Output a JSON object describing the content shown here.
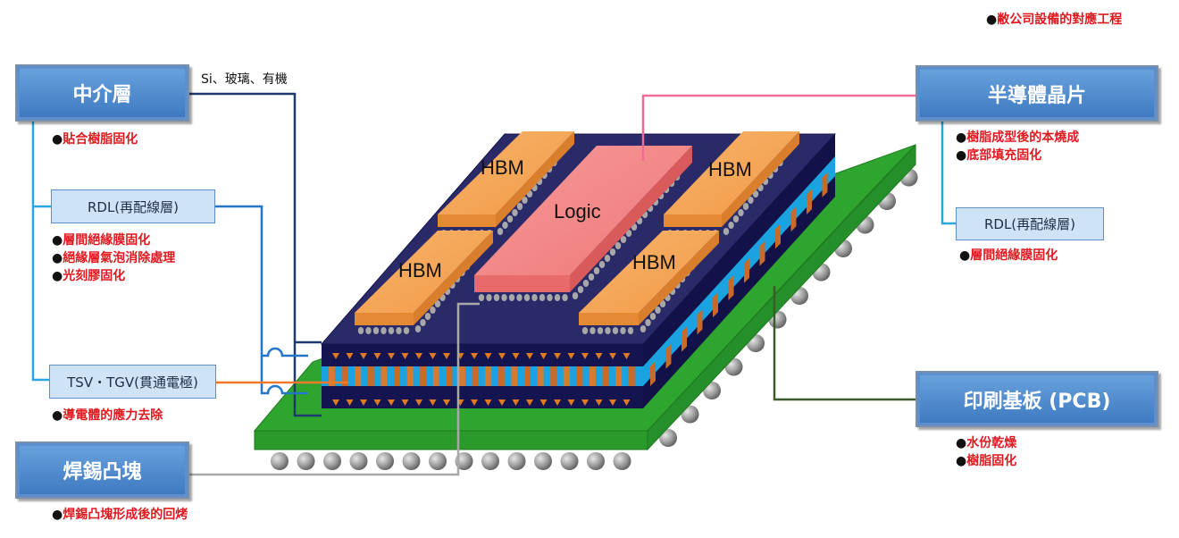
{
  "header_note": "敝公司設備的對應工程",
  "labels": {
    "interposer": "中介層",
    "interposer_material": "Si、玻璃、有機",
    "rdl_left": "RDL(再配線層)",
    "tsv": "TSV・TGV(貫通電極)",
    "solder": "焊錫凸塊",
    "semiconductor": "半導體晶片",
    "rdl_right": "RDL(再配線層)",
    "pcb": "印刷基板 (PCB)"
  },
  "notes": {
    "interposer": [
      "貼合樹脂固化"
    ],
    "rdl_left": [
      "層間絕緣膜固化",
      "絕緣層氣泡消除處理",
      "光刻膠固化"
    ],
    "tsv": [
      "導電體的應力去除"
    ],
    "solder": [
      "焊錫凸塊形成後的回烤"
    ],
    "semiconductor": [
      "樹脂成型後的本燒成",
      "底部填充固化"
    ],
    "rdl_right": [
      "層間絕緣膜固化"
    ],
    "pcb": [
      "水份乾燥",
      "樹脂固化"
    ]
  },
  "bullet": "●",
  "chips": {
    "hbm_tl": "HBM",
    "hbm_tr": "HBM",
    "hbm_bl": "HBM",
    "hbm_br": "HBM",
    "logic": "Logic"
  },
  "colors": {
    "box": "#4a86c8",
    "sub": "#cfe3f6",
    "note": "#e0191f",
    "pcb": "#2ea52e",
    "interposer": "#1c1c50",
    "hbm": "#f4a85a",
    "logic": "#f28484",
    "tsv_band": "#1aa3e0"
  }
}
